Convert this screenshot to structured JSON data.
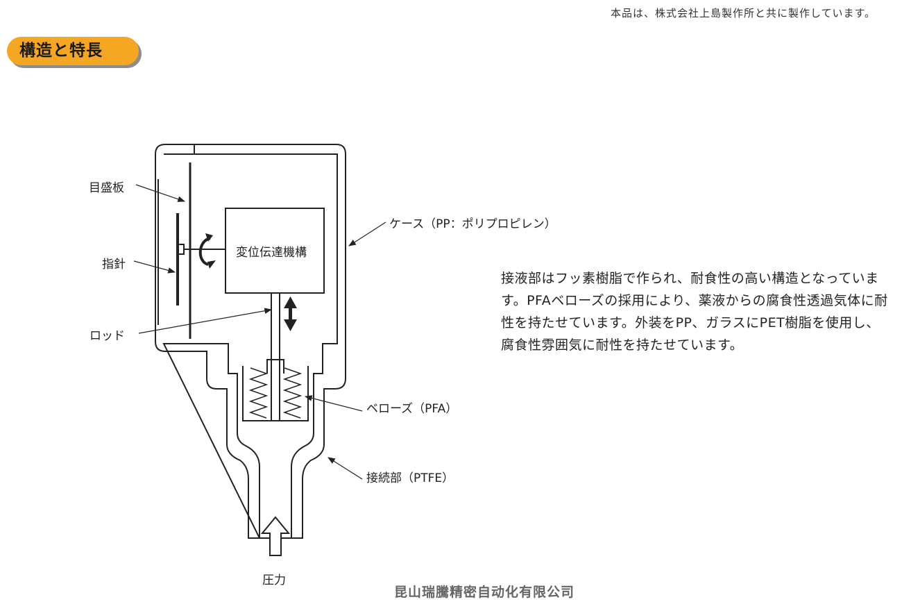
{
  "header": {
    "notice": "本品は、株式会社上島製作所と共に製作しています。",
    "section_title": "構造と特長"
  },
  "diagram": {
    "labels": {
      "scale_plate": "目盛板",
      "needle": "指針",
      "rod": "ロッド",
      "case": "ケース（PP：ポリプロピレン）",
      "mechanism": "変位伝達機構",
      "bellows": "ベローズ（PFA）",
      "connection": "接続部（PTFE）",
      "pressure": "圧力"
    }
  },
  "description": "接液部はフッ素樹脂で作られ、耐食性の高い構造となっています。PFAベローズの採用により、薬液からの腐食性透過気体に耐性を持たせています。外装をPP、ガラスにPET樹脂を使用し、腐食性雰囲気に耐性を持たせています。",
  "footer": {
    "company": "昆山瑞騰精密自动化有限公司"
  },
  "colors": {
    "badge": "#f5a623",
    "line": "#222222"
  }
}
